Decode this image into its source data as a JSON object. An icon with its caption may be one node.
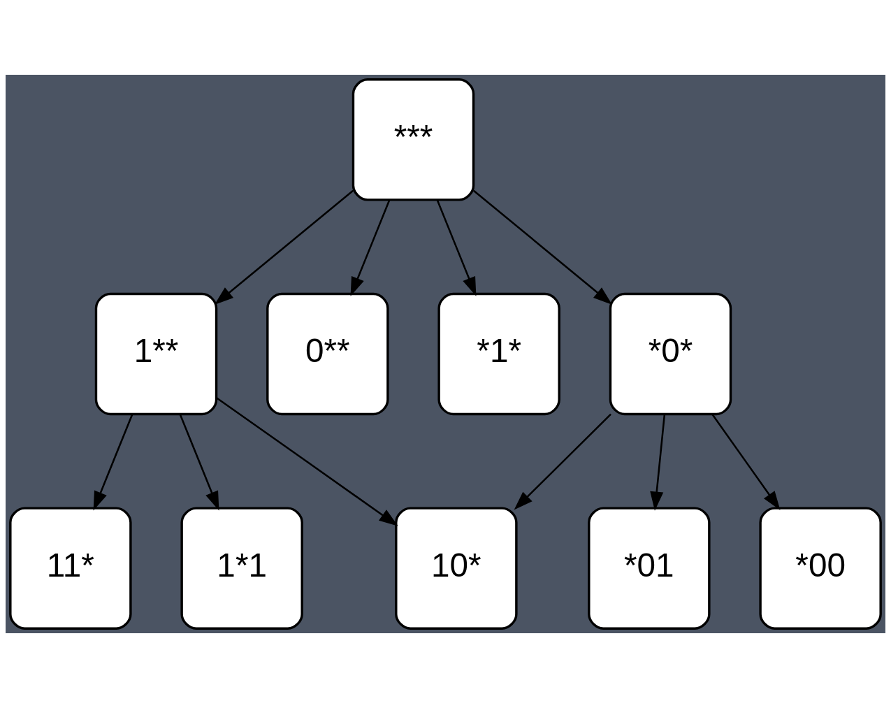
{
  "diagram": {
    "nodes": [
      {
        "text": [
          "***"
        ]
      },
      {
        "text": [
          "1**"
        ]
      },
      {
        "text": [
          "0**"
        ]
      },
      {
        "text": [
          "*1*"
        ]
      },
      {
        "text": [
          "*0*"
        ]
      },
      {
        "text": [
          "11*"
        ]
      },
      {
        "text": [
          "1*1"
        ]
      },
      {
        "text": [
          "10*"
        ]
      },
      {
        "text": [
          "*01"
        ]
      },
      {
        "text": [
          "*00"
        ]
      }
    ],
    "edges": [
      {
        "from": 0,
        "to": 1,
        "arrow": "to"
      },
      {
        "from": 0,
        "to": 2,
        "arrow": "to"
      },
      {
        "from": 0,
        "to": 3,
        "arrow": "to"
      },
      {
        "from": 0,
        "to": 4,
        "arrow": "to"
      },
      {
        "from": 1,
        "to": 5,
        "arrow": "to"
      },
      {
        "from": 1,
        "to": 6,
        "arrow": "to"
      },
      {
        "from": 1,
        "to": 7,
        "arrow": "to"
      },
      {
        "from": 4,
        "to": 7,
        "arrow": "to"
      },
      {
        "from": 4,
        "to": 8,
        "arrow": "to"
      },
      {
        "from": 4,
        "to": 9,
        "arrow": "to"
      }
    ]
  }
}
